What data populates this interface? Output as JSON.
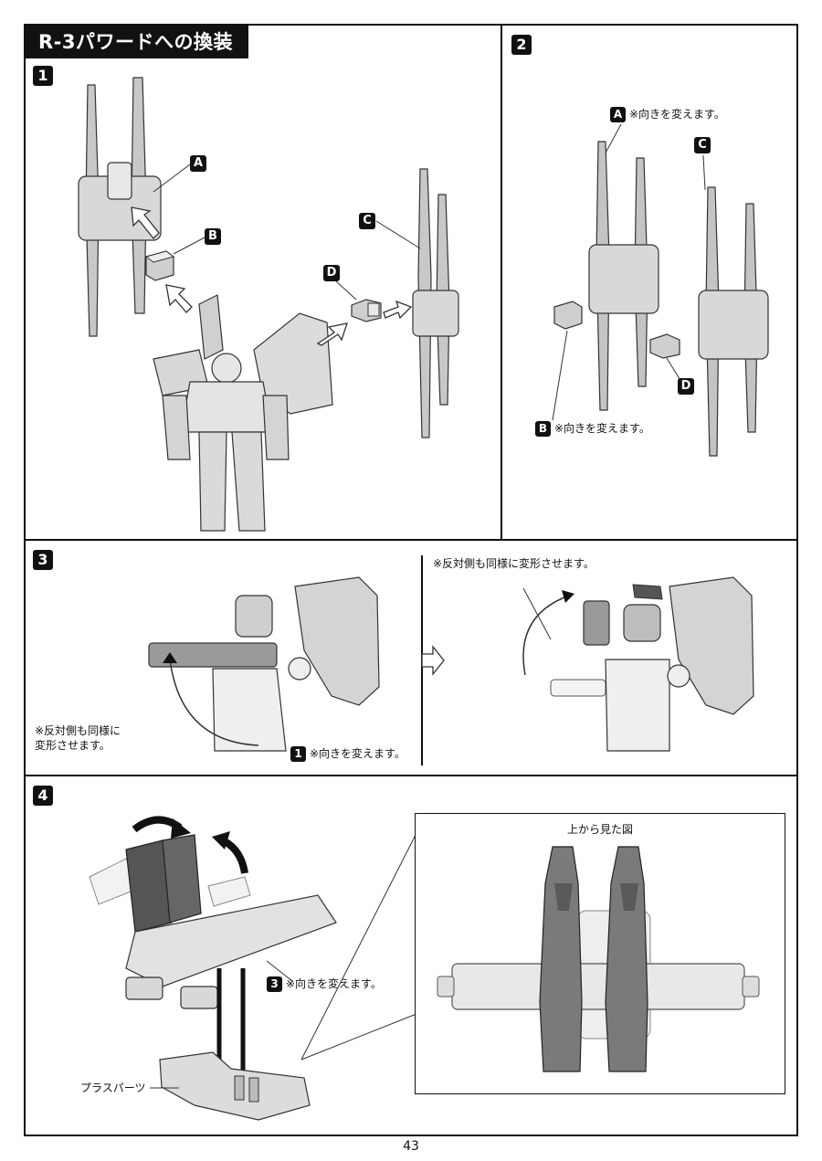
{
  "page": {
    "section_title": "R-3パワードへの換装",
    "page_number": "43"
  },
  "steps": [
    {
      "number": "1",
      "parts": [
        "A",
        "B",
        "C",
        "D"
      ]
    },
    {
      "number": "2",
      "parts": [
        "A",
        "B",
        "C",
        "D"
      ],
      "note_a": "※向きを変えます。",
      "note_b": "※向きを変えます。"
    },
    {
      "number": "3",
      "note_left": "※反対側も同様に\n変形させます。",
      "note_ref_badge": "1",
      "note_ref": "※向きを変えます。",
      "note_right": "※反対側も同様に変形させます。"
    },
    {
      "number": "4",
      "note_ref_badge": "3",
      "note_ref": "※向きを変えます。",
      "label_plus_parts": "プラスパーツ",
      "topview_caption": "上から見た図"
    }
  ],
  "colors": {
    "ink": "#111111",
    "part_gray": "#8a8a8a",
    "part_light": "#e6e6e6",
    "part_dark": "#555555"
  }
}
